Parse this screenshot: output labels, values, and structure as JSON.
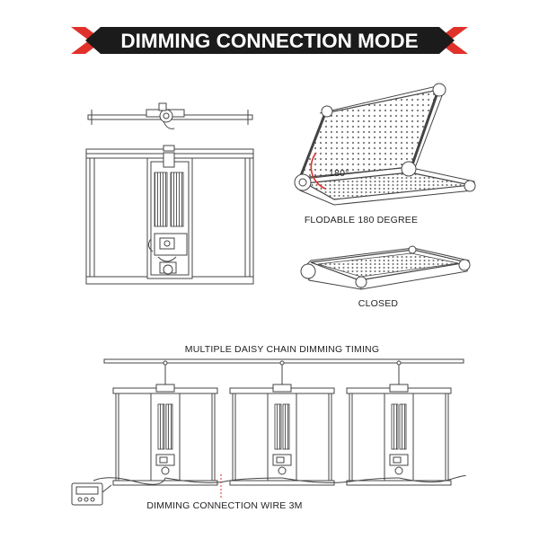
{
  "banner": {
    "title": "DIMMING CONNECTION MODE",
    "background_color": "#1b1b1b",
    "accent_color": "#e0312b"
  },
  "captions": {
    "angle_label": "180°",
    "foldable": "FLODABLE 180 DEGREE",
    "closed": "CLOSED",
    "daisy_chain": "MULTIPLE DAISY CHAIN DIMMING TIMING",
    "wire": "DIMMING CONNECTION WIRE 3M"
  },
  "colors": {
    "line": "#444444",
    "marker": "#e0312b"
  }
}
